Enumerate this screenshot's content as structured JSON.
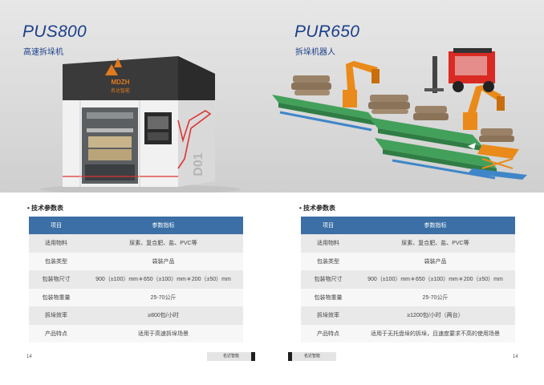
{
  "left_page": {
    "model": "PUS800",
    "subtitle": "高速拆垛机",
    "machine_logo": "MDZH",
    "machine_logo_sub": "名达智能",
    "side_label": "D01",
    "spec_heading": "• 技术参数表",
    "table": {
      "headers": [
        "项目",
        "参数指标"
      ],
      "rows": [
        [
          "适用物料",
          "尿素、复合肥、盐、PVC等"
        ],
        [
          "包装类型",
          "袋装产品"
        ],
        [
          "包装物尺寸",
          "900（±100）mm＊650（±100）mm＊200（±50）mm"
        ],
        [
          "包装物重量",
          "25-70公斤"
        ],
        [
          "拆垛效率",
          "≥800包/小时"
        ],
        [
          "产品特点",
          "适用于高速拆垛场景"
        ]
      ]
    },
    "page_number": "14",
    "footer_tab": "名达智能"
  },
  "right_page": {
    "model": "PUR650",
    "subtitle": "拆垛机器人",
    "spec_heading": "• 技术参数表",
    "table": {
      "headers": [
        "项目",
        "参数指标"
      ],
      "rows": [
        [
          "适用物料",
          "尿素、复合肥、盐、PVC等"
        ],
        [
          "包装类型",
          "袋装产品"
        ],
        [
          "包装物尺寸",
          "900（±100）mm＊650（±100）mm＊200（±50）mm"
        ],
        [
          "包装物重量",
          "25-70公斤"
        ],
        [
          "拆垛效率",
          "≥1200包/小时（两台）"
        ],
        [
          "产品特点",
          "适用于无托盘垛的拆垛，且速度要求不高的使用场景"
        ]
      ]
    },
    "page_number": "14",
    "footer_tab": "名达智能"
  },
  "colors": {
    "title_blue": "#1b3f8a",
    "table_header": "#3b6fa5",
    "machine_dark": "#3a3a3a",
    "logo_orange": "#e07a1f",
    "robot_orange": "#e98a1a",
    "forklift_red": "#d92a24",
    "conveyor_green": "#43a05a",
    "conveyor_blue": "#3f86c8"
  }
}
